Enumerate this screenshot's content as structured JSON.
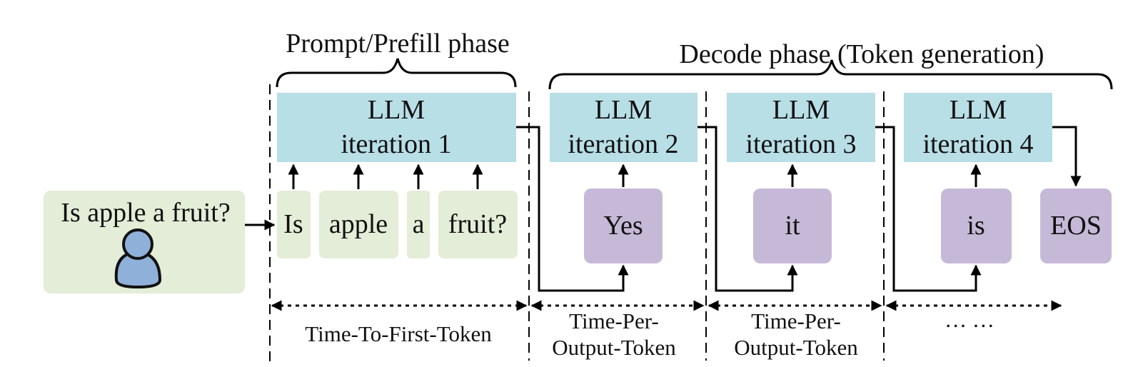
{
  "phases": {
    "prefill": "Prompt/Prefill phase",
    "decode": "Decode phase (Token generation)"
  },
  "user": {
    "question": "Is apple a fruit?",
    "icon": "user-icon"
  },
  "llm_blocks": [
    {
      "line1": "LLM",
      "line2": "iteration 1"
    },
    {
      "line1": "LLM",
      "line2": "iteration 2"
    },
    {
      "line1": "LLM",
      "line2": "iteration 3"
    },
    {
      "line1": "LLM",
      "line2": "iteration 4"
    }
  ],
  "input_tokens": [
    "Is",
    "apple",
    "a",
    "fruit?"
  ],
  "output_tokens": [
    "Yes",
    "it",
    "is",
    "EOS"
  ],
  "timings": {
    "ttft": "Time-To-First-Token",
    "tpot1_line1": "Time-Per-",
    "tpot1_line2": "Output-Token",
    "tpot2_line1": "Time-Per-",
    "tpot2_line2": "Output-Token",
    "ellipsis": "… …"
  },
  "colors": {
    "llm": "#b8dee6",
    "input_token": "#e3edd7",
    "output_token": "#c6b9d8",
    "user_box": "#e3edd7",
    "user_icon": "#8fb0d9"
  }
}
